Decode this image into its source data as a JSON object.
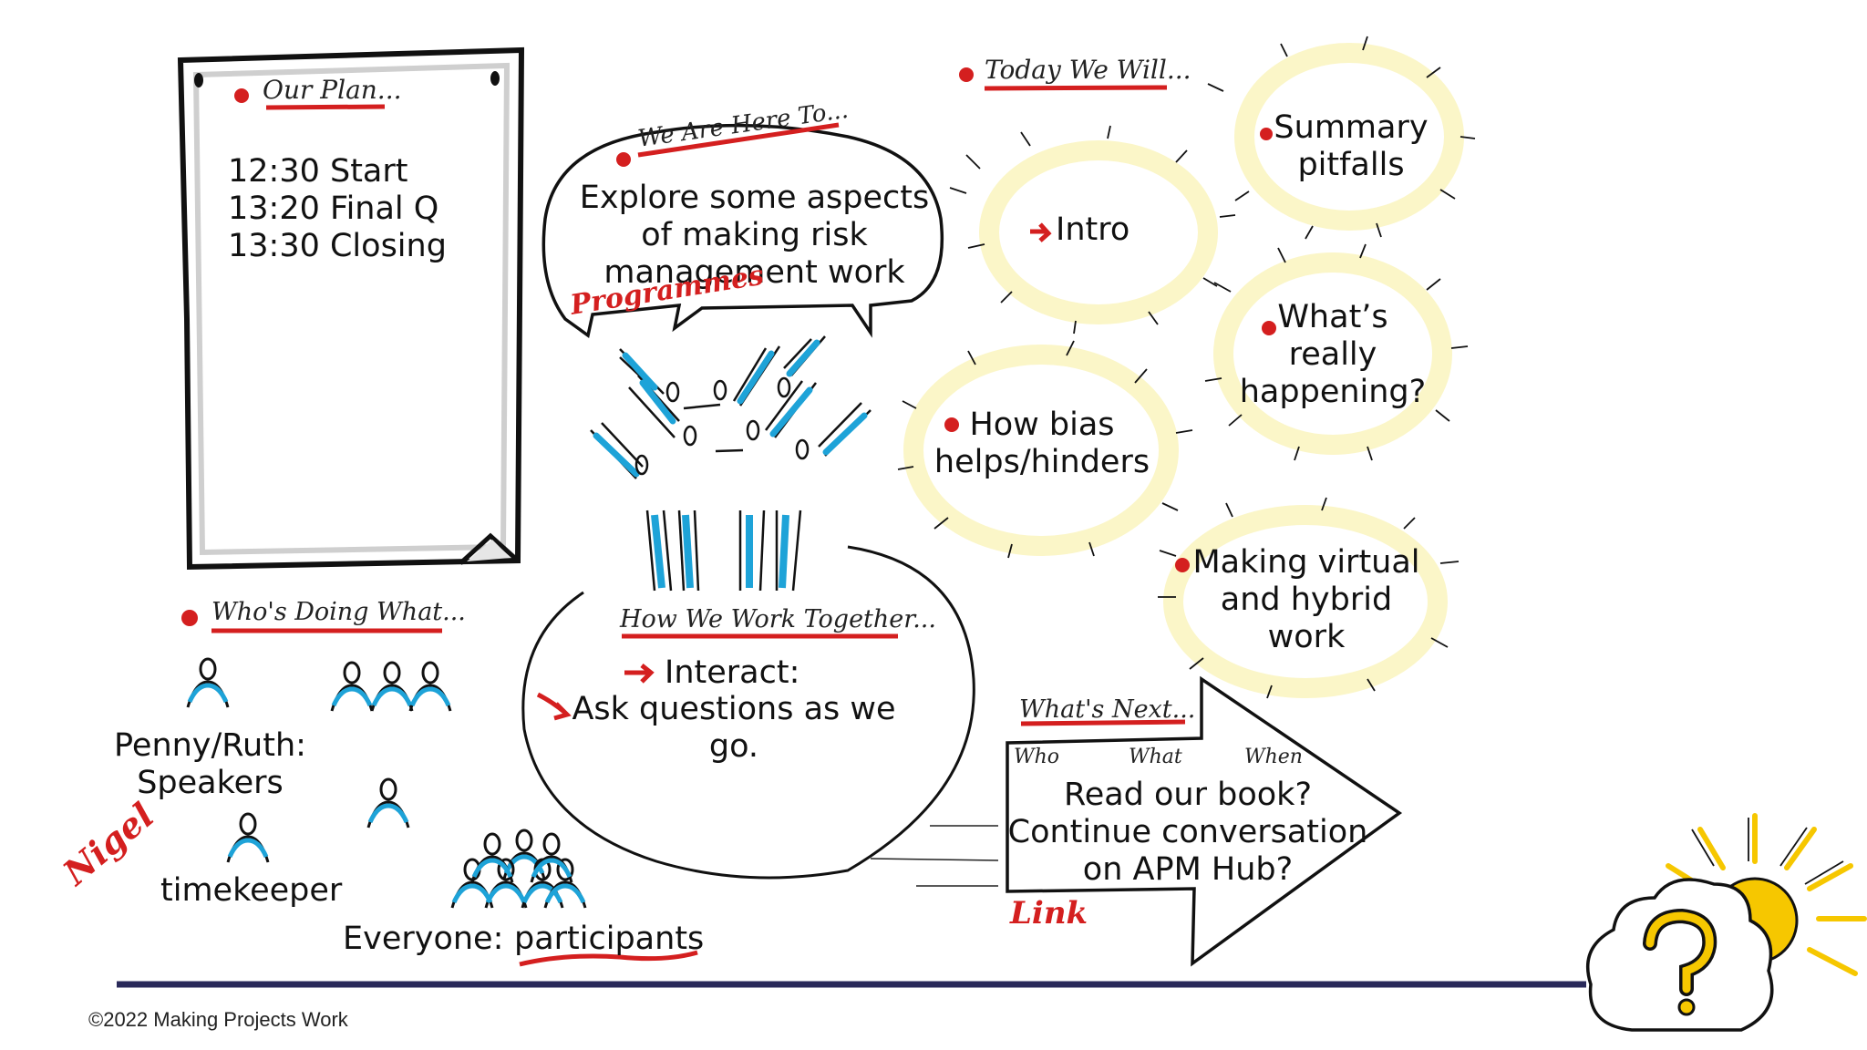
{
  "plan": {
    "heading": "Our Plan...",
    "items": [
      "12:30 Start",
      "13:20 Final Q",
      "13:30 Closing"
    ]
  },
  "here_to": {
    "heading": "We Are Here To...",
    "text": "Explore some aspects\nof making risk\nmanagement work",
    "annotation": "Programmes"
  },
  "today": {
    "heading": "Today We Will...",
    "items": {
      "intro": "Intro",
      "summary": "Summary\npitfalls",
      "whats_happening": "What’s\nreally\nhappening?",
      "bias": "How bias\nhelps/hinders",
      "virtual": "Making virtual\nand hybrid\nwork"
    }
  },
  "roles": {
    "heading": "Who's Doing What...",
    "speakers": "Penny/Ruth:\nSpeakers",
    "timekeeper_name": "Nigel",
    "timekeeper": "timekeeper",
    "everyone_label": "Everyone:",
    "everyone_value": "participants"
  },
  "together": {
    "heading": "How We Work Together...",
    "interact": "Interact:",
    "ask": "Ask questions as we\ngo."
  },
  "next": {
    "heading": "What's Next...",
    "columns": [
      "Who",
      "What",
      "When"
    ],
    "text": "Read our book?\nContinue conversation\non APM Hub?",
    "link_label": "Link"
  },
  "footer": "©2022 Making Projects Work",
  "colors": {
    "accent_red": "#d41f1f",
    "figure_blue": "#1ea3d8",
    "halo_yellow": "#fbf6c8",
    "sun_yellow": "#f6c700",
    "footer_rule": "#2a2a5a"
  },
  "icons": [
    "bullet-dot",
    "red-arrow-icon",
    "person-icon",
    "crowd-icon",
    "sun-icon",
    "cloud-question-icon"
  ]
}
